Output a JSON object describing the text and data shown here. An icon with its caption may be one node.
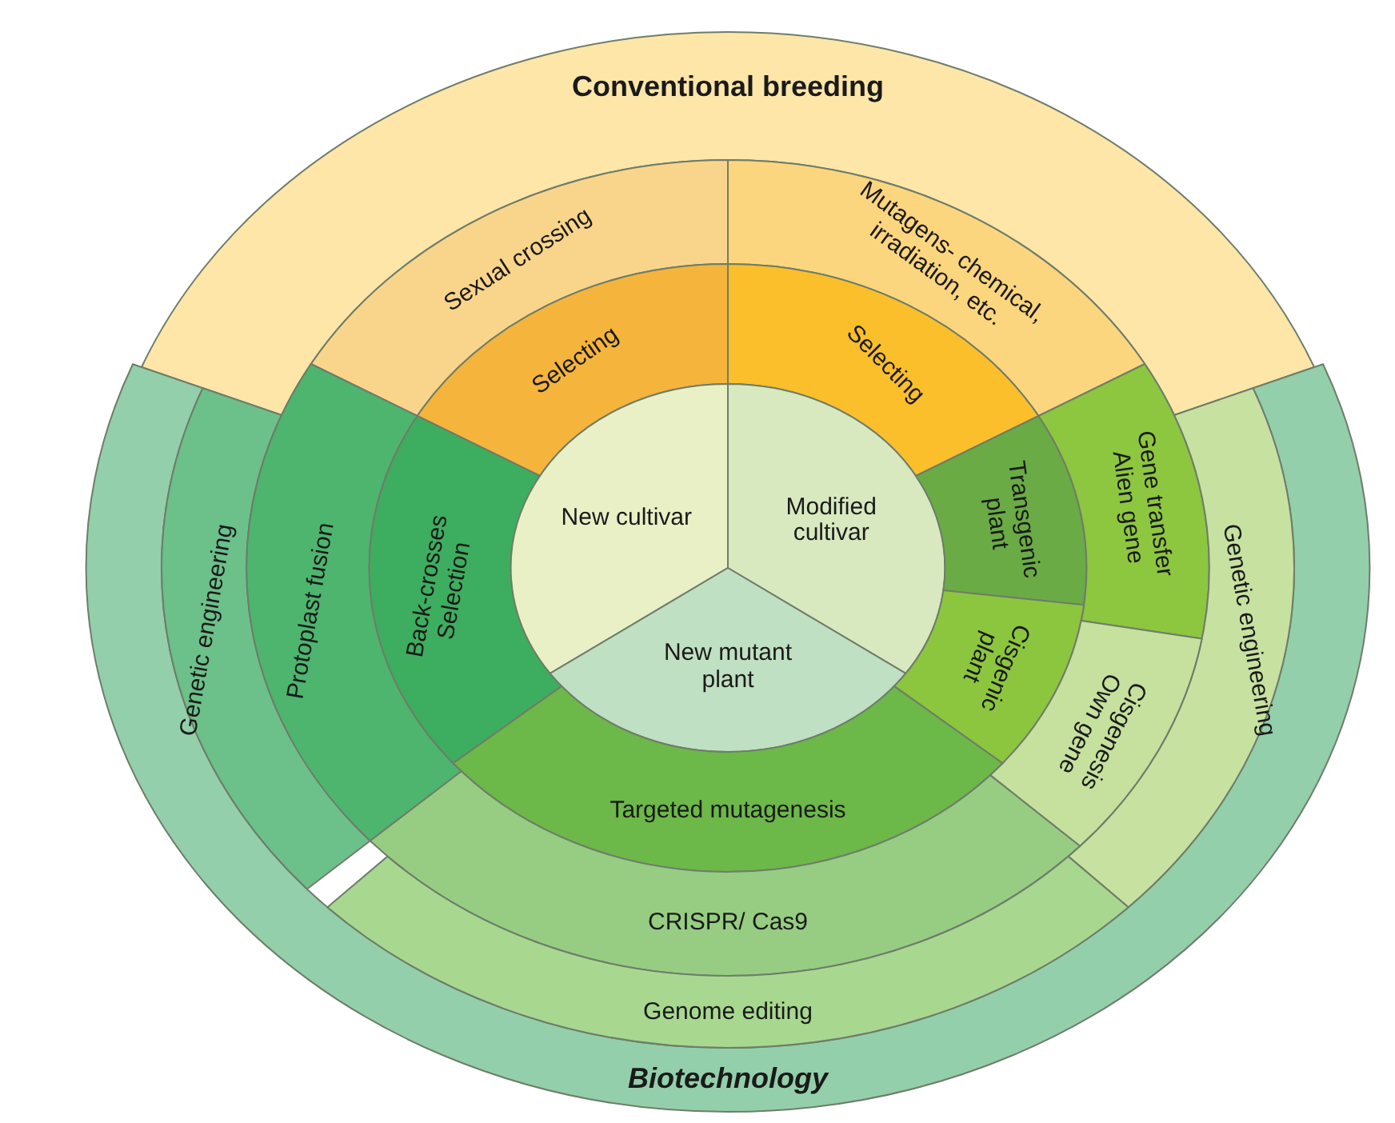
{
  "diagram": {
    "nodes": [
      {
        "text": [
          "Conventional breeding"
        ]
      },
      {
        "text": [
          "Sexual crossing"
        ]
      },
      {
        "text": [
          "Mutagens- chemical, irradiation, etc."
        ]
      },
      {
        "text": [
          "Selecting"
        ]
      },
      {
        "text": [
          "Selecting"
        ]
      },
      {
        "text": [
          "Genetic engineering"
        ]
      },
      {
        "text": [
          "Protoplast fusion"
        ]
      },
      {
        "text": [
          "Back-crosses",
          "Selection"
        ]
      },
      {
        "text": [
          "New cultivar"
        ]
      },
      {
        "text": [
          "Modified cultivar"
        ]
      },
      {
        "text": [
          "Transgenic plant"
        ]
      },
      {
        "text": [
          "Gene transfer",
          "Alien gene"
        ]
      },
      {
        "text": [
          "Genetic engineering"
        ]
      },
      {
        "text": [
          "New mutant plant"
        ]
      },
      {
        "text": [
          "Cisgenic plant"
        ]
      },
      {
        "text": [
          "Cisgenesis",
          "Own gene"
        ]
      },
      {
        "text": [
          "Targeted mutagenesis"
        ]
      },
      {
        "text": [
          "CRISPR/ Cas9"
        ]
      },
      {
        "text": [
          "Genome editing"
        ]
      },
      {
        "text": [
          "Biotechnology"
        ]
      }
    ]
  }
}
